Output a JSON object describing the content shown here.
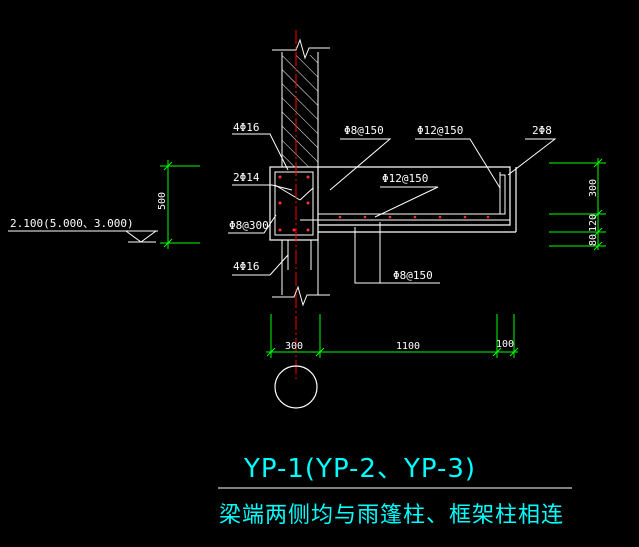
{
  "colors": {
    "background": "#000000",
    "outline": "#ffffff",
    "rebar": "#ffffff",
    "dimension": "#00ff00",
    "leader": "#ffffff",
    "centerline": "#ff0000",
    "title": "#00ffff"
  },
  "rebar_labels": {
    "top_column_bars": "4Φ16",
    "beam_side_bars": "2Φ14",
    "stirrup": "Φ8@300",
    "bottom_column_bars": "4Φ16",
    "canopy_top_dist": "Φ8@150",
    "canopy_top_main": "Φ12@150",
    "canopy_edge_bars": "2Φ8",
    "canopy_mid_main": "Φ12@150",
    "canopy_bottom_dist": "Φ8@150"
  },
  "elevation": {
    "text": "2.100(5.000、3.000)"
  },
  "dimensions": {
    "beam_depth": "500",
    "canopy_edge_height": "300",
    "canopy_slab": "120",
    "canopy_bottom": "80",
    "beam_width": "300",
    "canopy_length": "1100",
    "canopy_lip": "100"
  },
  "title": {
    "main": "YP-1(YP-2、YP-3)",
    "note": "梁端两侧均与雨篷柱、框架柱相连"
  }
}
